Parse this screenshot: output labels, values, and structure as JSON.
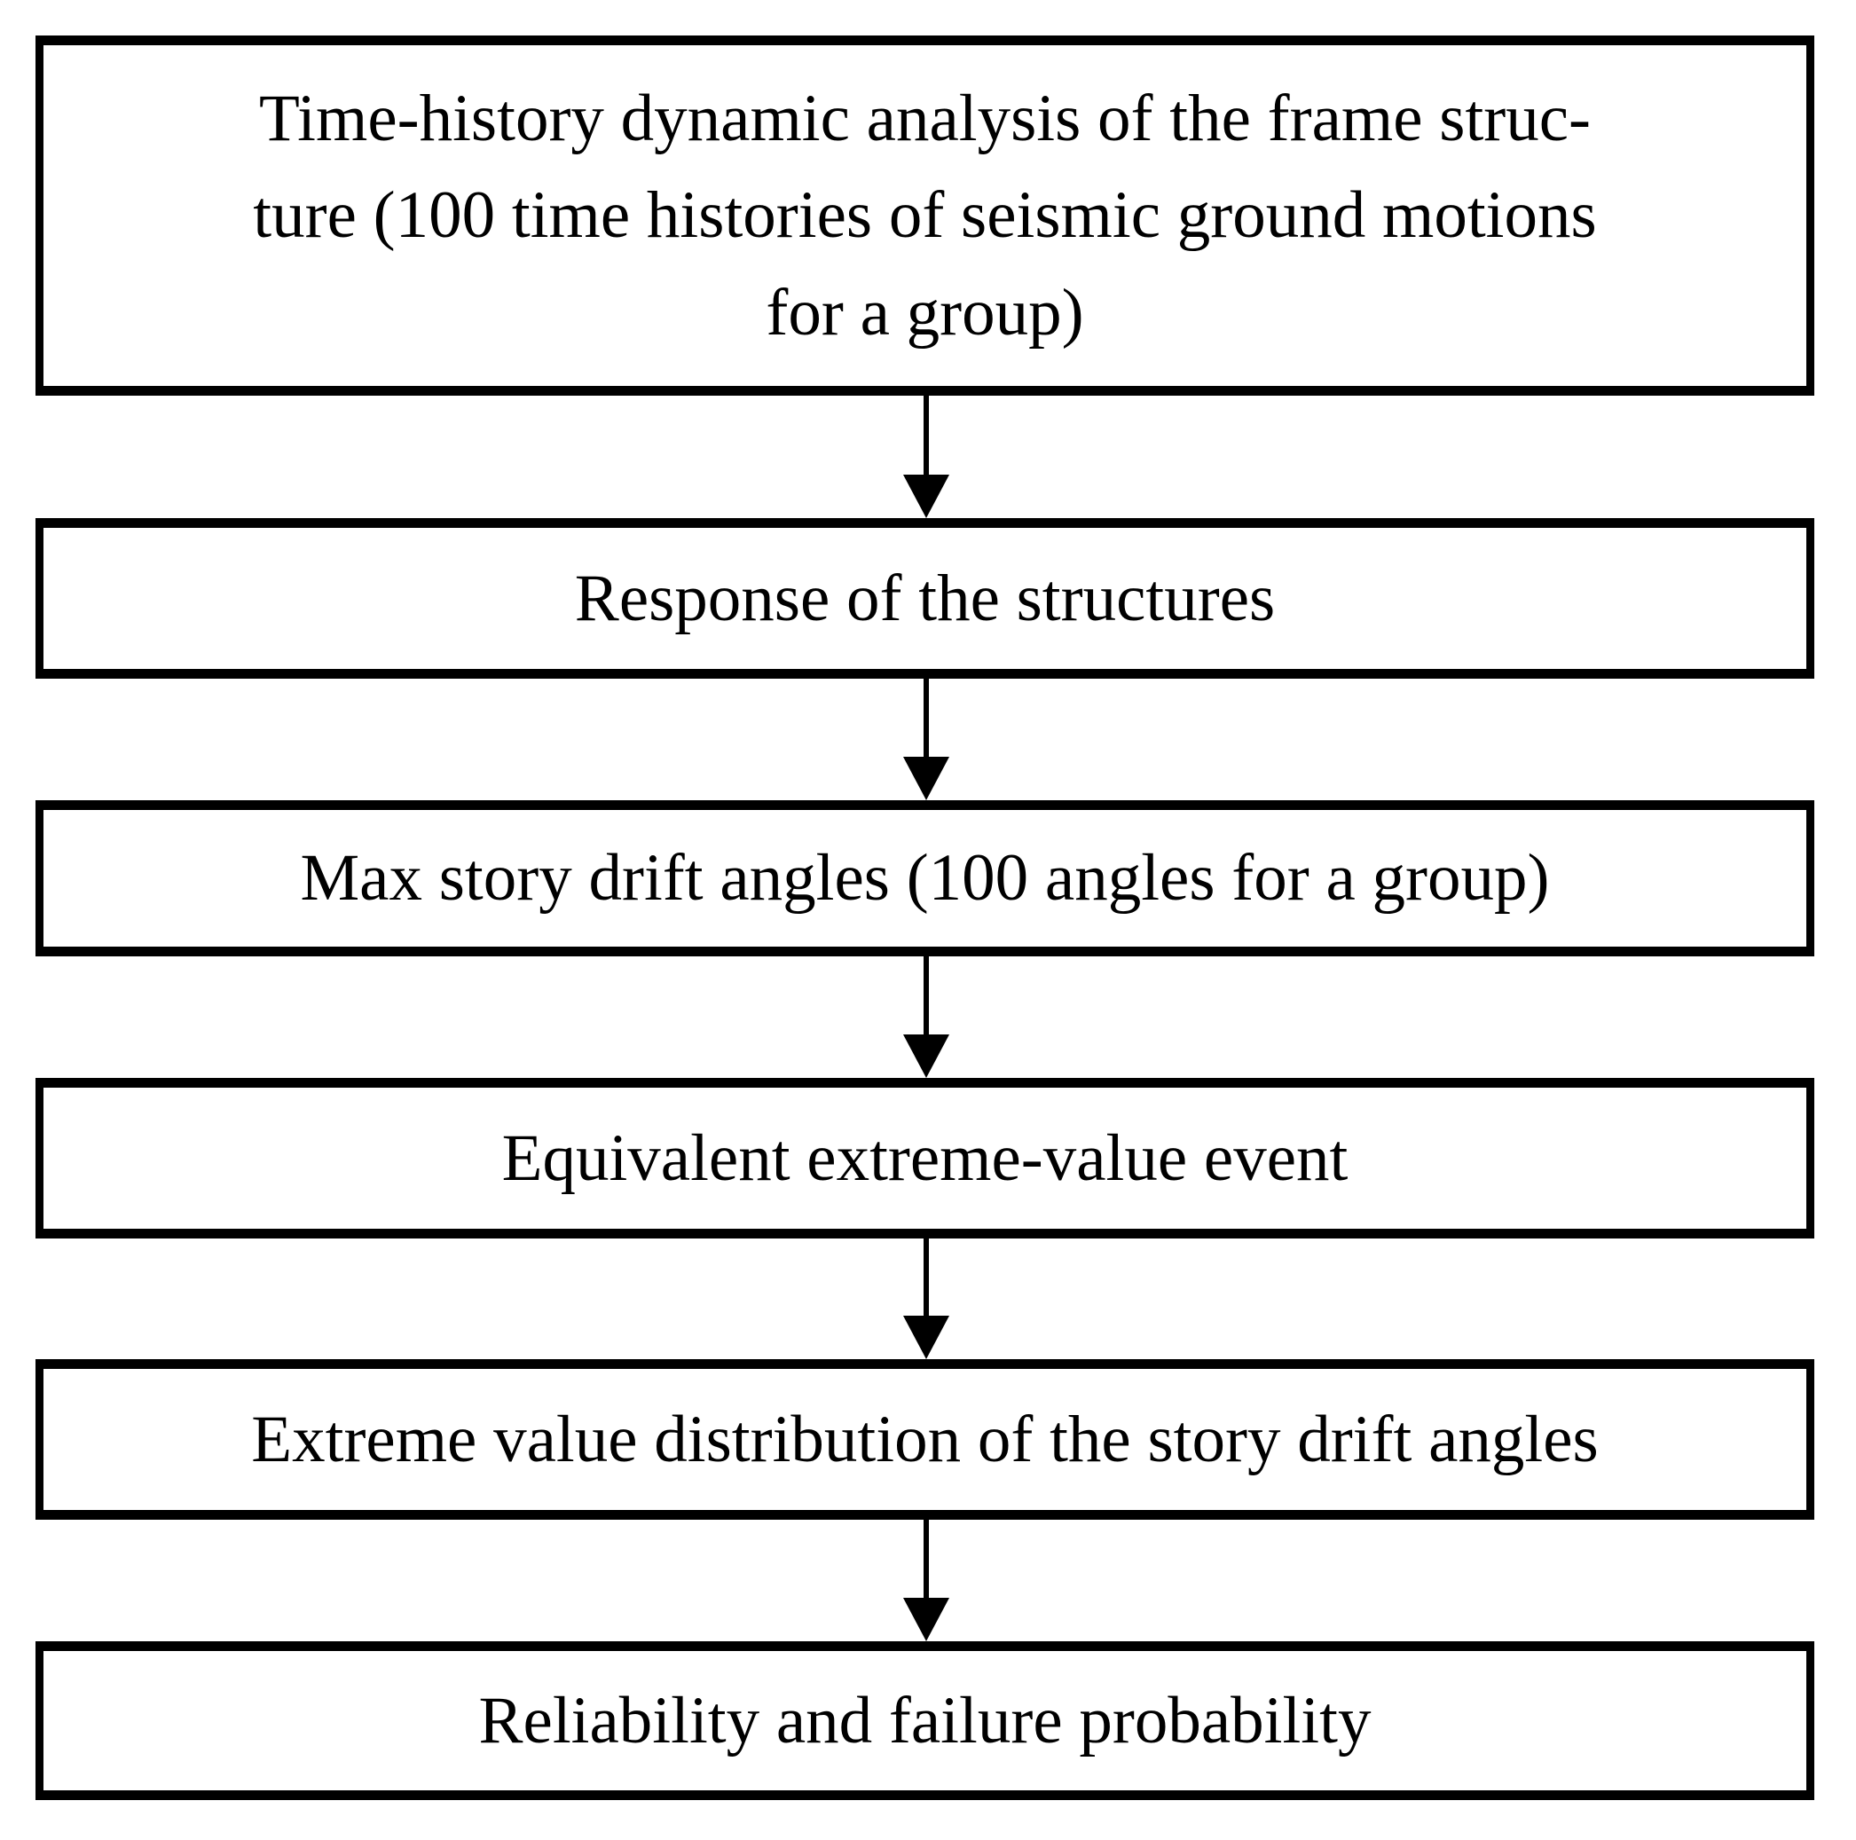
{
  "figure": {
    "type": "flowchart",
    "background": "#ffffff",
    "box_border_color": "#000000",
    "box_fill_color": "#ffffff",
    "text_color": "#000000",
    "arrow_color": "#000000",
    "boxes": [
      {
        "label": "Time-history dynamic analysis of the frame struc-\nture (100 time histories of seismic ground motions\nfor a group)"
      },
      {
        "label": "Response of the structures"
      },
      {
        "label": "Max story drift angles (100 angles for a group)"
      },
      {
        "label": "Equivalent extreme-value event"
      },
      {
        "label": "Extreme value distribution of the story drift angles"
      },
      {
        "label": "Reliability and failure probability"
      }
    ]
  }
}
